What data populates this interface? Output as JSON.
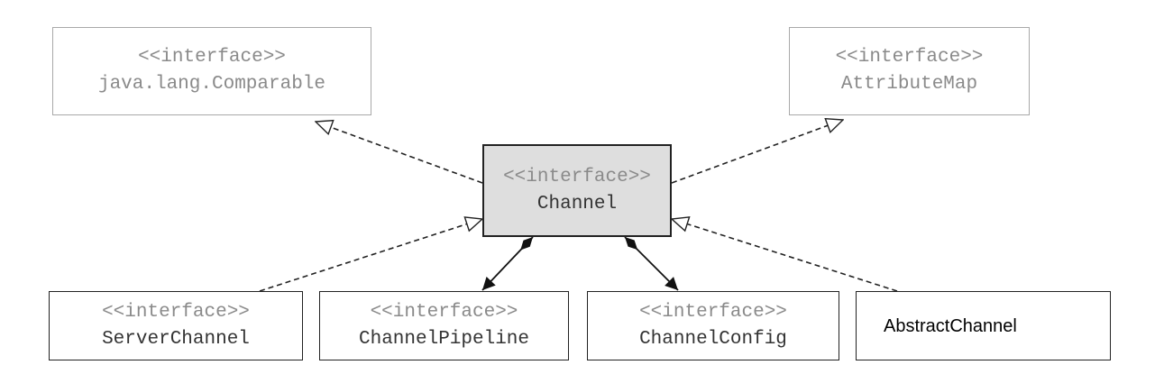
{
  "nodes": {
    "comparable": {
      "stereotype": "<<interface>>",
      "name": "java.lang.Comparable"
    },
    "attributemap": {
      "stereotype": "<<interface>>",
      "name": "AttributeMap"
    },
    "channel": {
      "stereotype": "<<interface>>",
      "name": "Channel"
    },
    "serverchannel": {
      "stereotype": "<<interface>>",
      "name": "ServerChannel"
    },
    "channelpipeline": {
      "stereotype": "<<interface>>",
      "name": "ChannelPipeline"
    },
    "channelconfig": {
      "stereotype": "<<interface>>",
      "name": "ChannelConfig"
    },
    "abstractchannel": {
      "name": "AbstractChannel"
    }
  },
  "colors": {
    "line": "#222222",
    "faded_border": "#a8a8a8",
    "center_fill": "#dedede"
  }
}
